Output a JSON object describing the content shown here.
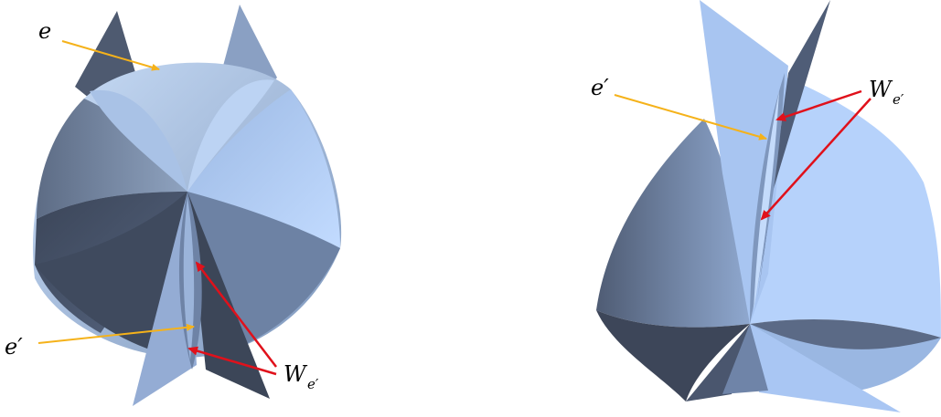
{
  "left_figure": {
    "labels": {
      "e": "e",
      "e_prime": "e′",
      "W_letter": "W",
      "W_sub": "e′"
    }
  },
  "right_figure": {
    "labels": {
      "e_prime": "e′",
      "W_letter": "W",
      "W_sub": "e′"
    }
  },
  "colors": {
    "arrow_e": "#f5b21a",
    "arrow_W": "#e0111b",
    "surface_light": "#b4d2f8",
    "surface_dark": "#3c4658"
  }
}
